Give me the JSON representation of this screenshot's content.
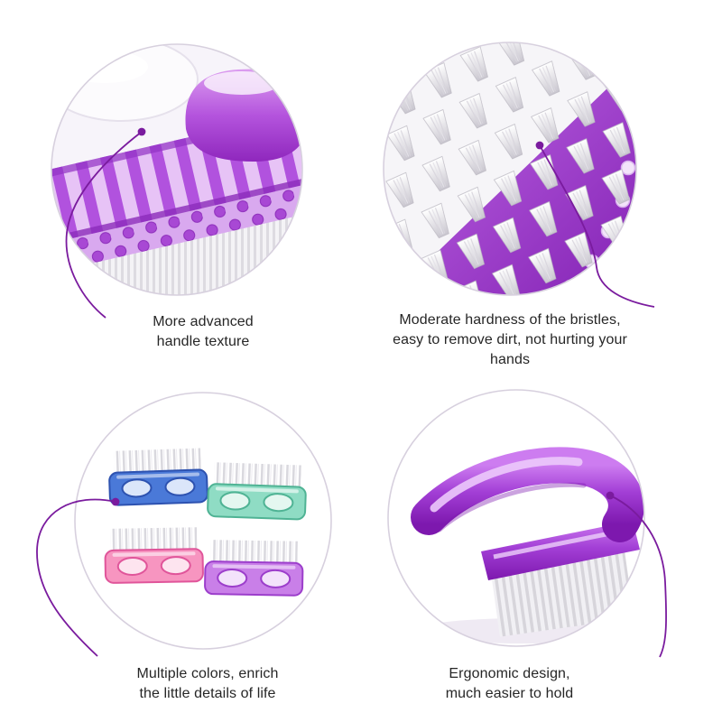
{
  "page": {
    "background_color": "#ffffff",
    "accent_color": "#8e24aa",
    "leader_line_color": "#7a1b9e",
    "circle_border_color": "#d7d0de",
    "text_color": "#262626"
  },
  "panels": [
    {
      "id": "handle-texture",
      "photo": "purple-brush-handle-texture-closeup",
      "caption": "More advanced handle texture"
    },
    {
      "id": "bristle-hardness",
      "photo": "white-bristles-on-purple-base-closeup",
      "caption": "Moderate hardness of the bristles, easy to remove dirt, not hurting your hands"
    },
    {
      "id": "multiple-colors",
      "photo": "four-color-nail-brush-set",
      "brush_colors": [
        "#4a79d8",
        "#8fdcc4",
        "#f795c0",
        "#c97fe8"
      ],
      "caption": "Multiple colors, enrich the little details of life"
    },
    {
      "id": "ergonomic-design",
      "photo": "purple-ergonomic-handle-side-view",
      "caption": "Ergonomic design, much easier to hold"
    }
  ]
}
